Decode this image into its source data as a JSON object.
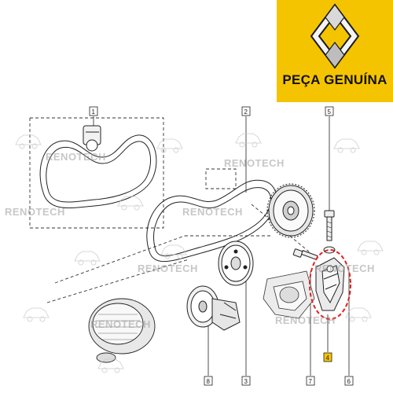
{
  "badge": {
    "text": "PEÇA GENUÍNA",
    "background_color": "#F5C400",
    "text_color": "#111111",
    "logo": "renault-diamond-logo"
  },
  "watermark": {
    "text": "RENOTECH",
    "icon": "car-silhouette-icon"
  },
  "callouts": [
    "1",
    "2",
    "3",
    "4",
    "5",
    "6",
    "7",
    "8"
  ],
  "highlight": {
    "callout": "4",
    "outline_color": "#E02020",
    "callout_box_color": "#F5C400"
  }
}
